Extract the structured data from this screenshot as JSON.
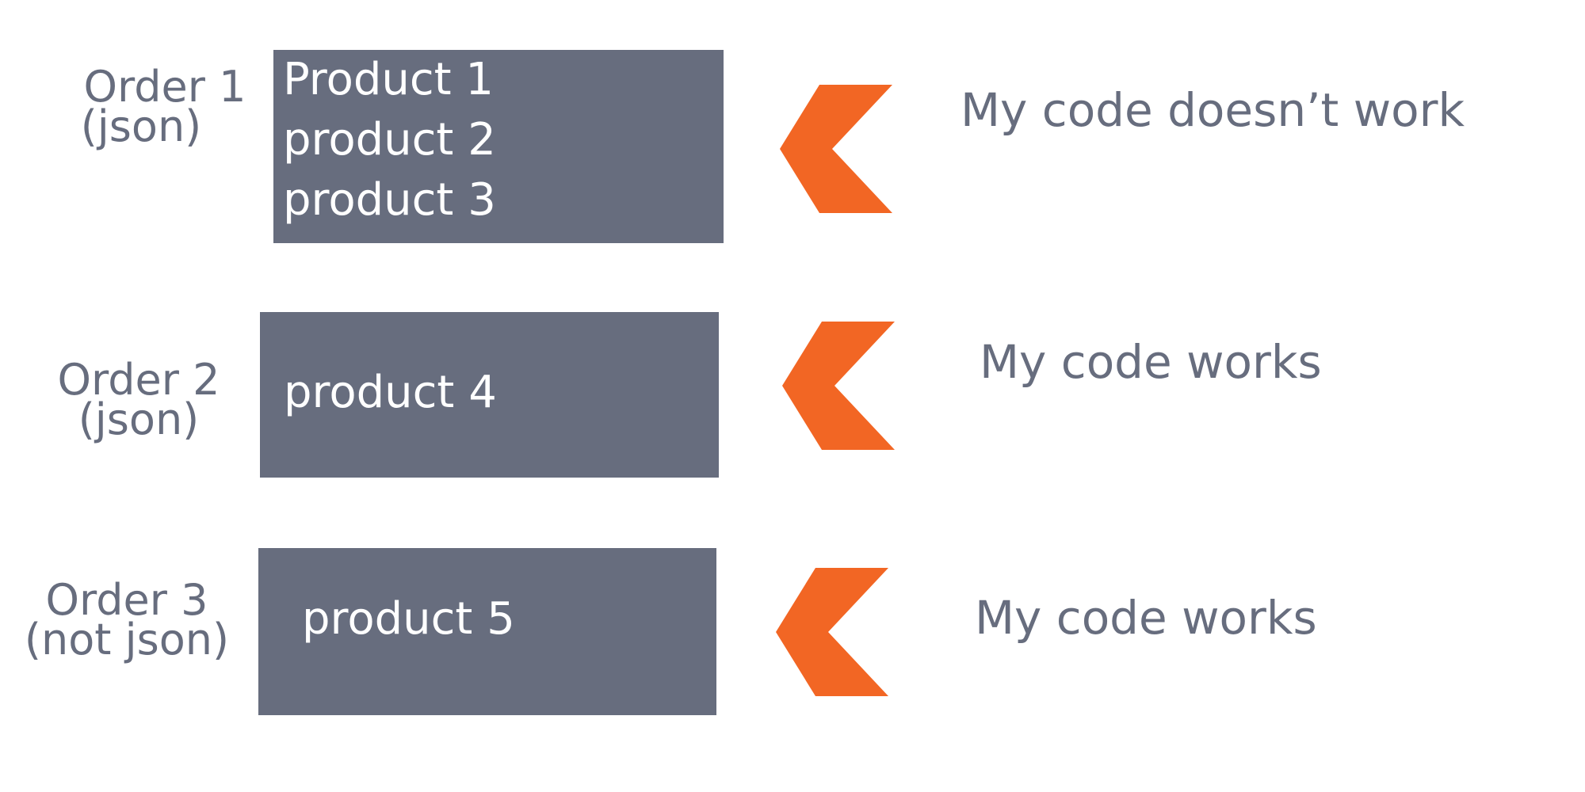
{
  "colors": {
    "box": "#676d7e",
    "text": "#676d7e",
    "arrow": "#f26624",
    "box_text": "#ffffff"
  },
  "rows": [
    {
      "order_line1": "Order 1",
      "order_line2": "(json)",
      "products": [
        "Product 1",
        "product 2",
        "product 3"
      ],
      "result": "My code doesn’t work",
      "arrow_icon": "chevron-left-icon"
    },
    {
      "order_line1": "Order 2",
      "order_line2": "(json)",
      "products": [
        "product 4"
      ],
      "result": "My code works",
      "arrow_icon": "chevron-left-icon"
    },
    {
      "order_line1": "Order 3",
      "order_line2": "(not json)",
      "products": [
        "product 5"
      ],
      "result": "My code works",
      "arrow_icon": "chevron-left-icon"
    }
  ]
}
